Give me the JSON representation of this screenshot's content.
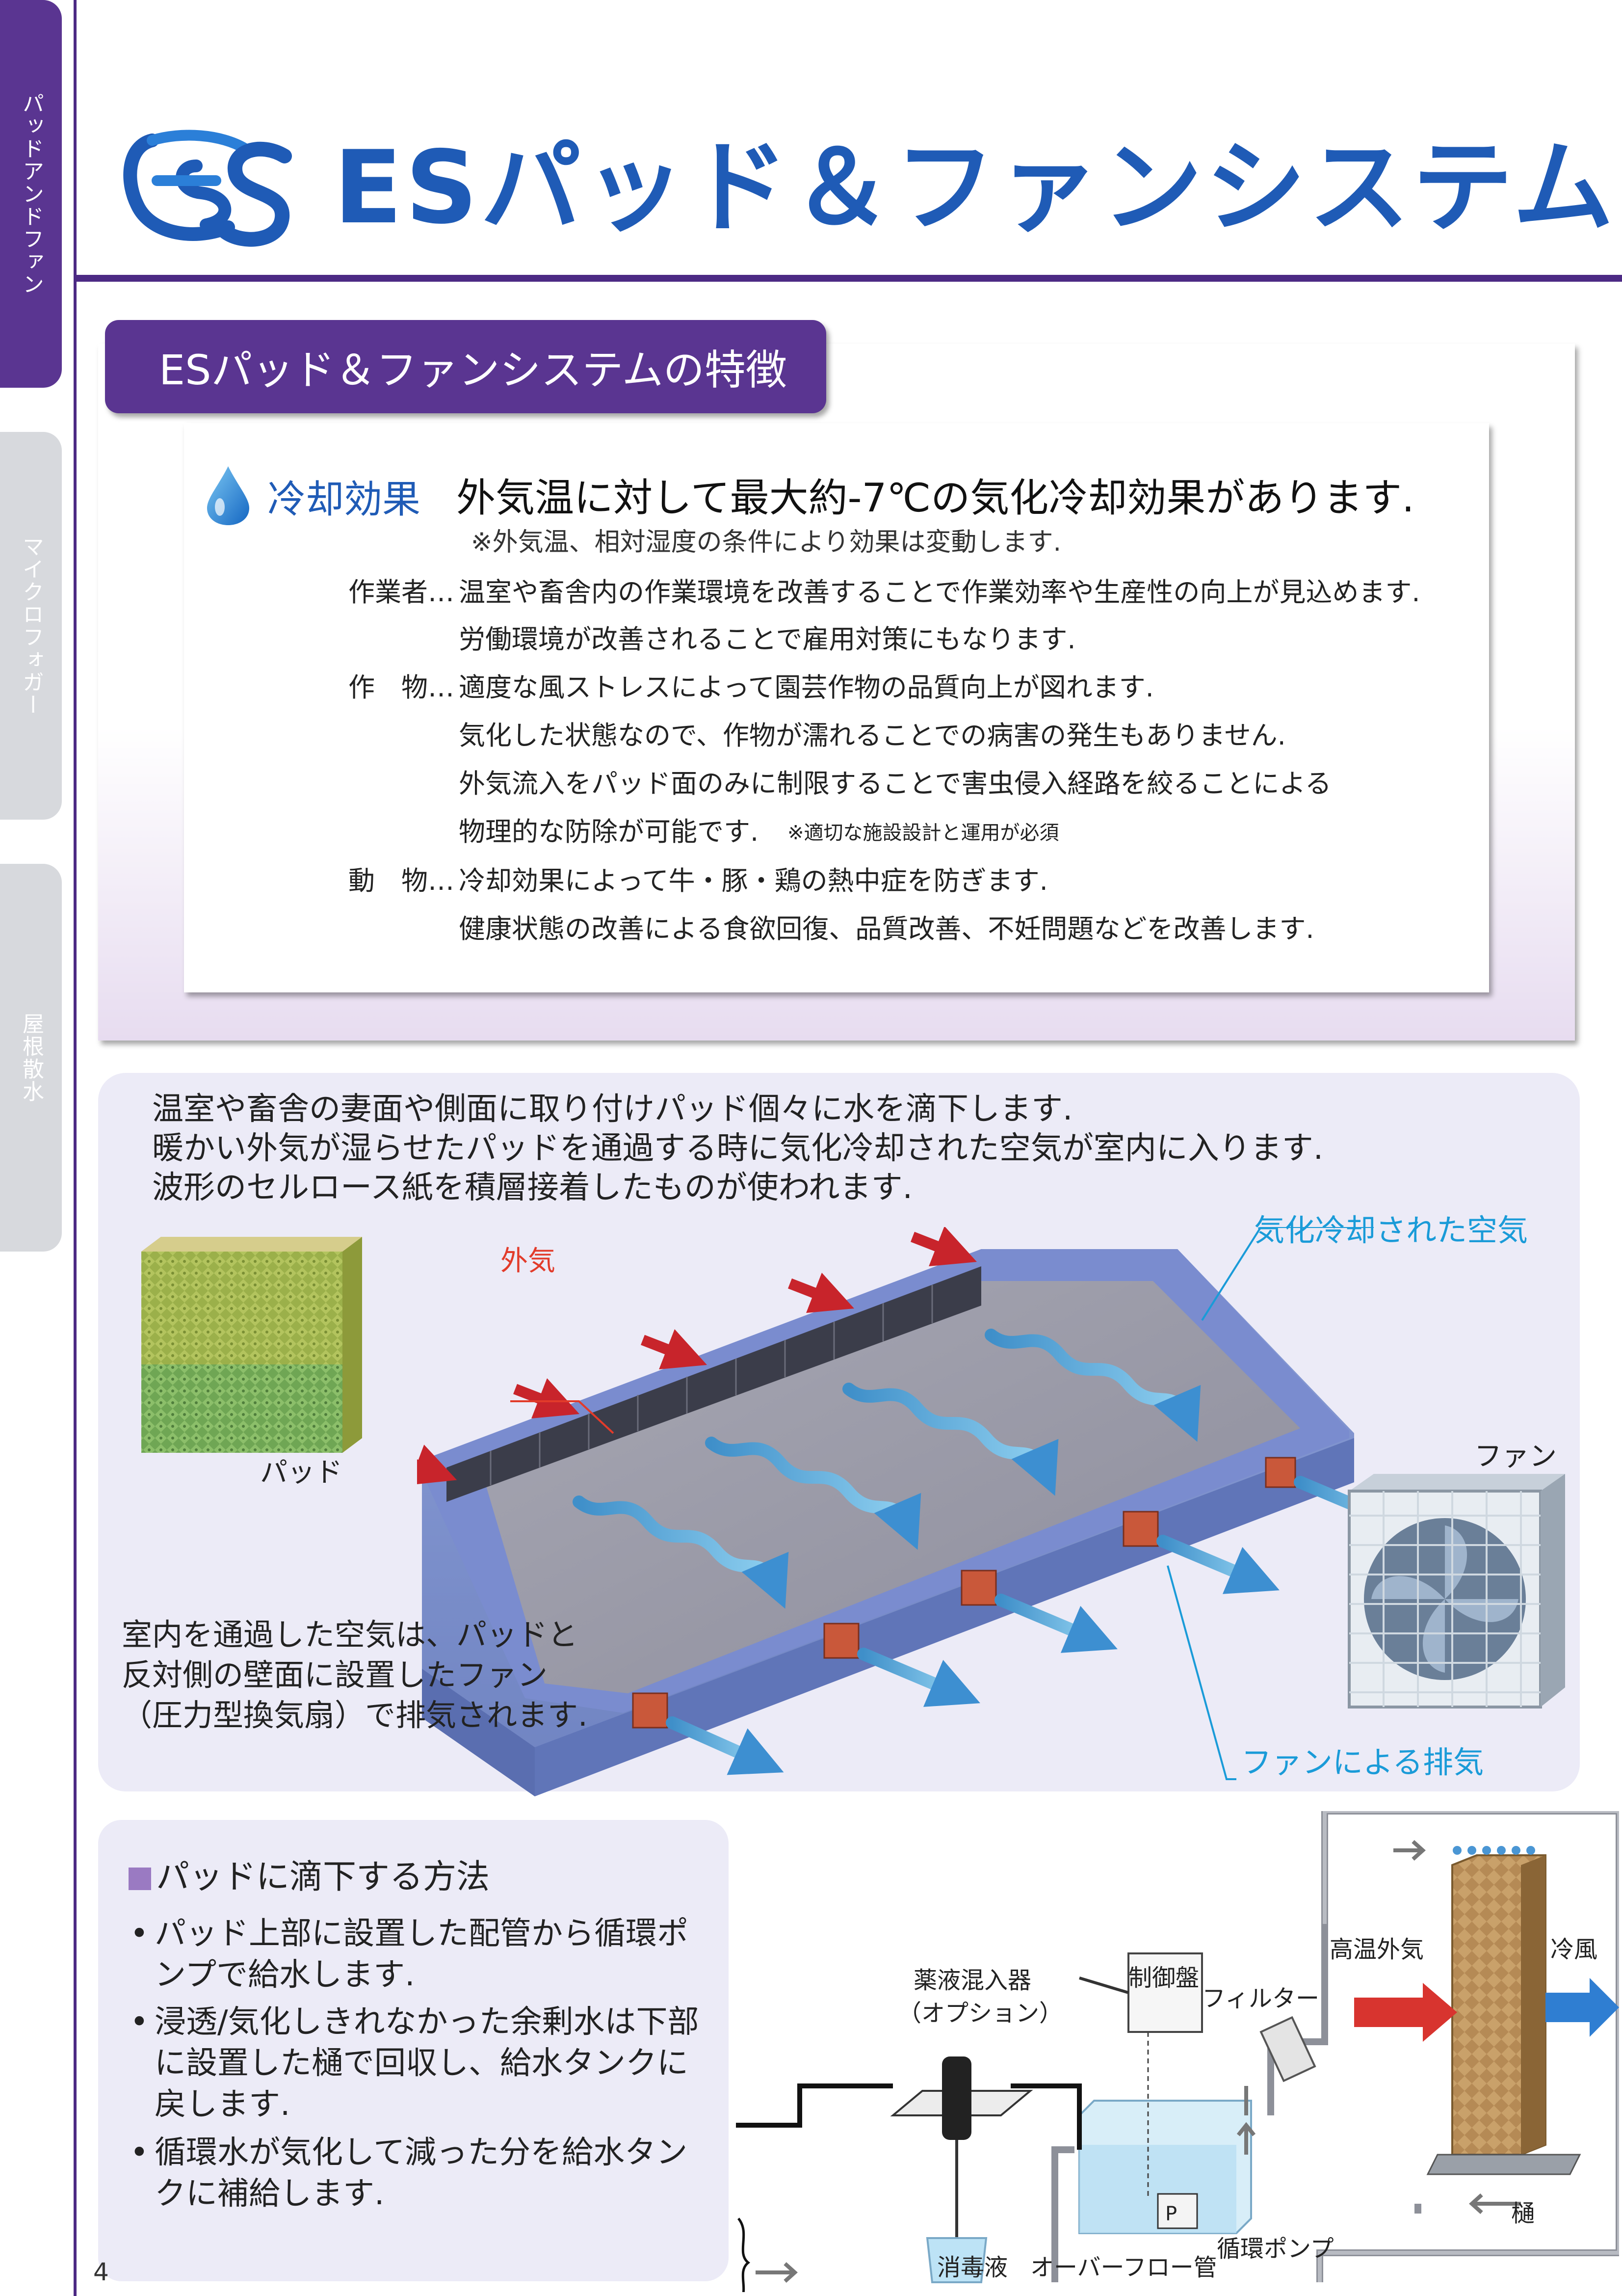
{
  "side_tabs": [
    {
      "label": "パッドアンドファン",
      "active": true
    },
    {
      "label": "マイクロフォガー",
      "active": false
    },
    {
      "label": "屋根散水",
      "active": false
    }
  ],
  "header": {
    "logo_text": "ES",
    "title": "ESパッド＆ファンシステム"
  },
  "features": {
    "heading": "ESパッド＆ファンシステムの特徴",
    "cooling_label": "冷却効果",
    "cooling_lead": "外気温に対して最大約-7℃の気化冷却効果があります.",
    "cooling_note": "※外気温、相対湿度の条件により効果は変動します.",
    "rows": [
      {
        "head": "作業者…",
        "text": "温室や畜舎内の作業環境を改善することで作業効率や生産性の向上が見込めます."
      },
      {
        "head": "",
        "text": "労働環境が改善されることで雇用対策にもなります."
      },
      {
        "head": "作　物…",
        "text": "適度な風ストレスによって園芸作物の品質向上が図れます."
      },
      {
        "head": "",
        "text": "気化した状態なので、作物が濡れることでの病害の発生もありません."
      },
      {
        "head": "",
        "text": "外気流入をパッド面のみに制限することで害虫侵入経路を絞ることによる"
      },
      {
        "head": "",
        "text": "物理的な防除が可能です.",
        "note": "※適切な施設設計と運用が必須"
      },
      {
        "head": "動　物…",
        "text": "冷却効果によって牛・豚・鶏の熱中症を防ぎます."
      },
      {
        "head": "",
        "text": "健康状態の改善による食欲回復、品質改善、不妊問題などを改善します."
      }
    ]
  },
  "diagram": {
    "intro": [
      "温室や畜舎の妻面や側面に取り付けパッド個々に水を滴下します.",
      "暖かい外気が湿らせたパッドを通過する時に気化冷却された空気が室内に入ります.",
      "波形のセルロース紙を積層接着したものが使われます."
    ],
    "label_outside_air": "外気",
    "label_cooled_air": "気化冷却された空気",
    "label_pad": "パッド",
    "label_fan": "ファン",
    "label_fan_exhaust": "ファンによる排気",
    "description": "室内を通過した空気は、パッドと反対側の壁面に設置したファン（圧力型換気扇）で排気されます."
  },
  "method": {
    "title": "パッドに滴下する方法",
    "bullets": [
      "パッド上部に設置した配管から循環ポンプで給水します.",
      "浸透/気化しきれなかった余剰水は下部に設置した樋で回収し、給水タンクに戻します.",
      "循環水が気化して減った分を給水タンクに補給します."
    ]
  },
  "schematic": {
    "control_panel": "制御盤",
    "mixer_line1": "薬液混入器",
    "mixer_line2": "（オプション）",
    "filter": "フィルター",
    "hot_air": "高温外気",
    "cool_air": "冷風",
    "gutter": "樋",
    "disinfectant": "消毒液",
    "overflow": "オーバーフロー管",
    "pump": "循環ポンプ",
    "pump_mark": "P"
  },
  "page_number": "4",
  "colors": {
    "brand_purple": "#5a3591",
    "brand_blue": "#1f5bb6",
    "accent_cyan": "#1a9bd8",
    "accent_red": "#e23b2a"
  }
}
